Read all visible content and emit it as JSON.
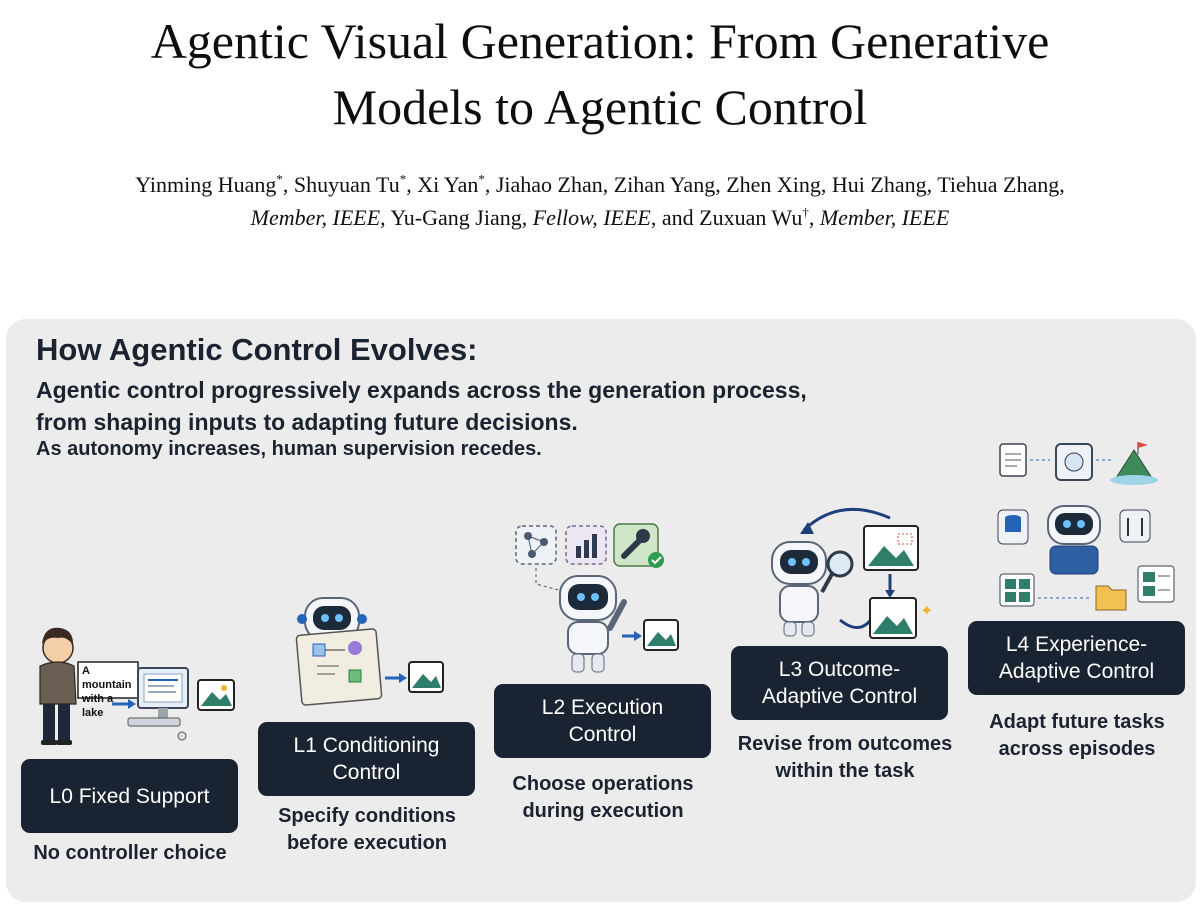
{
  "paper": {
    "title_line1": "Agentic Visual Generation: From Generative",
    "title_line2": "Models to Agentic Control",
    "authors_line1": [
      {
        "name": "Yinming Huang",
        "mark": "*"
      },
      {
        "name": "Shuyuan Tu",
        "mark": "*"
      },
      {
        "name": "Xi Yan",
        "mark": "*"
      },
      {
        "name": "Jiahao Zhan"
      },
      {
        "name": "Zihan Yang"
      },
      {
        "name": "Zhen Xing"
      },
      {
        "name": "Hui Zhang"
      },
      {
        "name": "Tiehua Zhang"
      }
    ],
    "member_ieee": "Member, IEEE",
    "author_jiang": "Yu-Gang Jiang",
    "fellow_ieee": "Fellow, IEEE",
    "and_word": "and",
    "author_wu": "Zuxuan Wu",
    "wu_mark": "†"
  },
  "figure": {
    "heading": "How Agentic Control Evolves:",
    "subtitle_line1": "Agentic control progressively expands across the generation process,",
    "subtitle_line2": "from shaping inputs to adapting future decisions.",
    "subtitle_line3": "As autonomy increases, human supervision recedes.",
    "prompt_bubble": "A mountain with a lake",
    "levels": [
      {
        "label": "L0 Fixed Support",
        "caption": "No controller choice"
      },
      {
        "label": "L1 Conditioning Control",
        "caption": "Specify conditions before execution"
      },
      {
        "label": "L2 Execution Control",
        "caption": "Choose operations during execution"
      },
      {
        "label": "L3 Outcome-Adaptive Control",
        "caption": "Revise from outcomes within the task"
      },
      {
        "label": "L4 Experience-Adaptive Control",
        "caption": "Adapt future tasks across episodes"
      }
    ],
    "colors": {
      "box": "#1a2331",
      "accent_blue": "#2563b8",
      "panel": "#ececec",
      "robot_visor": "#1d2a3a"
    }
  }
}
